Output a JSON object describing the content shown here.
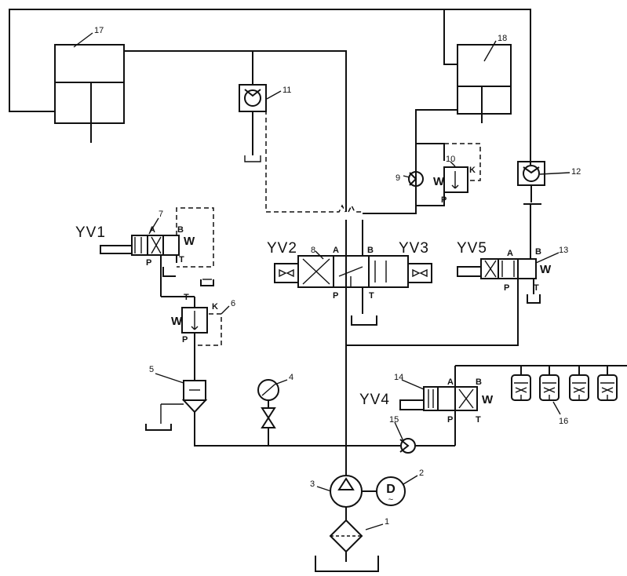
{
  "diagram": {
    "labels": {
      "yv1": "YV1",
      "yv2": "YV2",
      "yv3": "YV3",
      "yv4": "YV4",
      "yv5": "YV5"
    },
    "component_numbers": {
      "n1": "1",
      "n2": "2",
      "n3": "3",
      "n4": "4",
      "n5": "5",
      "n6": "6",
      "n7": "7",
      "n8": "8",
      "n9": "9",
      "n10": "10",
      "n11": "11",
      "n12": "12",
      "n13": "13",
      "n14": "14",
      "n15": "15",
      "n16": "16",
      "n17": "17",
      "n18": "18"
    },
    "ports": {
      "a": "A",
      "b": "B",
      "p": "P",
      "t": "T",
      "k": "K",
      "w": "W"
    },
    "motor_symbol": "D",
    "motor_sub": "~"
  }
}
